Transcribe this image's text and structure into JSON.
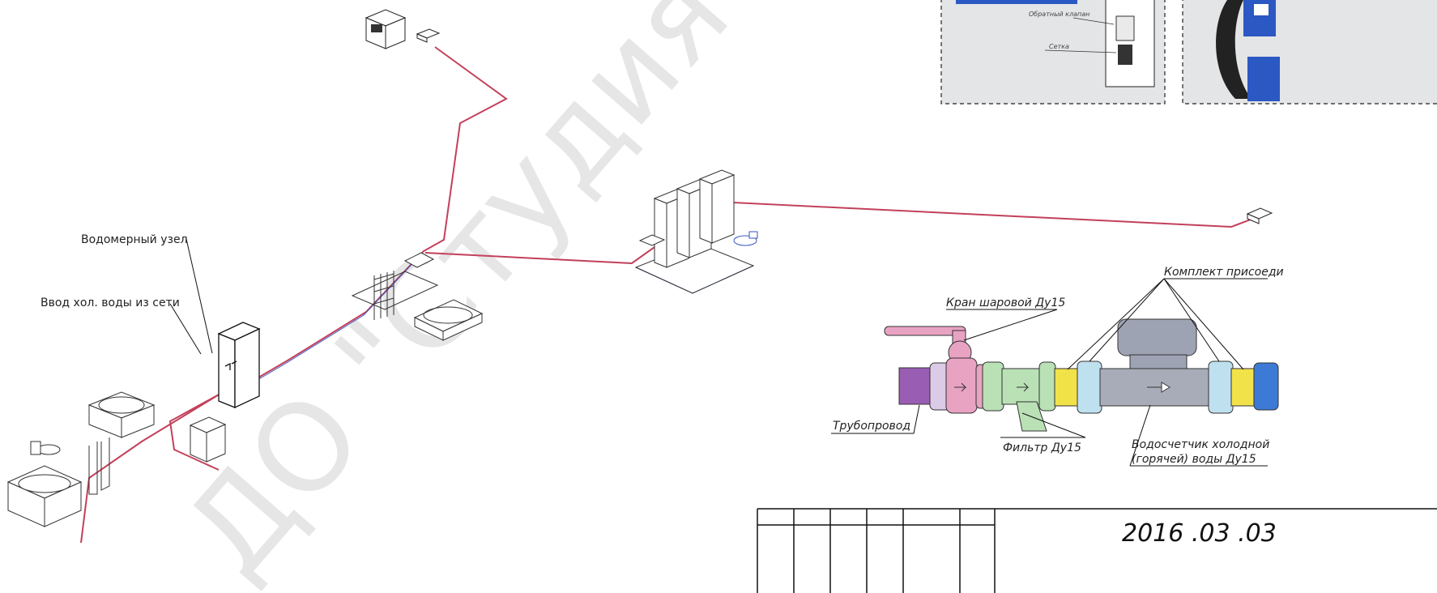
{
  "watermark": "ДО \"Студия К-пр",
  "labels": {
    "water_meter_unit": "Водомерный узел",
    "cold_water_inlet": "Ввод хол. воды из сети",
    "ball_valve": "Кран шаровой Ду15",
    "pipeline": "Трубопровод",
    "filter": "Фильтр Ду15",
    "meter_line1": "Водосчетчик холодной",
    "meter_line2": "(горячей) воды Ду15",
    "connection_kit": "Комплект присоеди",
    "check_valve": "Обратный клапан",
    "mesh": "Сетка"
  },
  "title_block": {
    "date": "2016 .03 .03"
  },
  "colors": {
    "pipe_red": "#c2405a",
    "pipe_blue": "#3a55c0",
    "ball_valve_pink": "#e8a3c3",
    "filter_green": "#b9e1b5",
    "meter_gray": "#9ea3b4",
    "fitting_yellow": "#f2e24a",
    "pipe_purple": "#9a5db4",
    "connector_blue": "#3d7ad6"
  }
}
